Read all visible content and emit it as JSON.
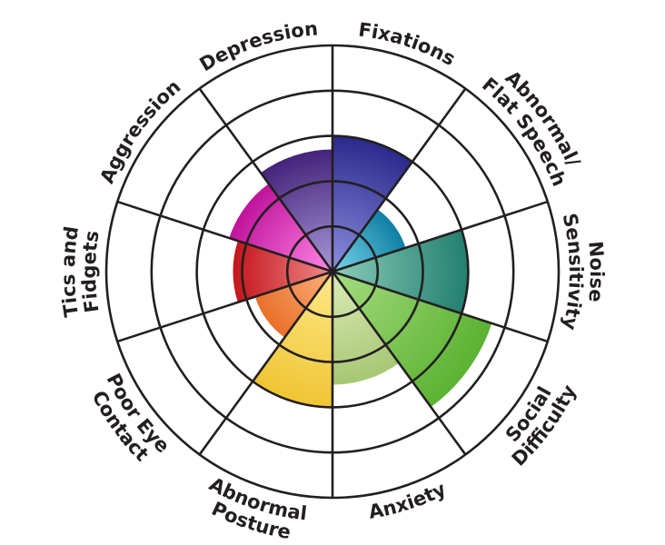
{
  "chart_data": {
    "type": "radial-bar",
    "title": "",
    "scale": {
      "min": 0,
      "max": 5,
      "rings": [
        1,
        2,
        3,
        4,
        5
      ]
    },
    "grid": true,
    "start": "top",
    "direction": "clockwise",
    "categories": [
      {
        "label_lines": [
          "Fixations"
        ],
        "value": 3.0,
        "color_inner": "#8c8fe0",
        "color_outer": "#2b2a8c"
      },
      {
        "label_lines": [
          "Abnormal/",
          "Flat Speech"
        ],
        "value": 1.7,
        "color_inner": "#7ad6ec",
        "color_outer": "#0f7fa3"
      },
      {
        "label_lines": [
          "Noise",
          "Sensitivity"
        ],
        "value": 3.0,
        "color_inner": "#8ccdbb",
        "color_outer": "#23806f"
      },
      {
        "label_lines": [
          "Social",
          "Difficulty"
        ],
        "value": 3.7,
        "color_inner": "#a6dc80",
        "color_outer": "#5bb232"
      },
      {
        "label_lines": [
          "Anxiety"
        ],
        "value": 2.5,
        "color_inner": "#dcecb8",
        "color_outer": "#a7c774"
      },
      {
        "label_lines": [
          "Abnormal",
          "Posture"
        ],
        "value": 3.0,
        "color_inner": "#ffe98a",
        "color_outer": "#efc534"
      },
      {
        "label_lines": [
          "Poor Eye",
          "Contact"
        ],
        "value": 1.8,
        "color_inner": "#fbb07a",
        "color_outer": "#e9702a"
      },
      {
        "label_lines": [
          "Tics and",
          "Fidgets"
        ],
        "value": 2.2,
        "color_inner": "#ee8b8b",
        "color_outer": "#c4161c"
      },
      {
        "label_lines": [
          "Aggression"
        ],
        "value": 2.4,
        "color_inner": "#ff88e6",
        "color_outer": "#c0139b"
      },
      {
        "label_lines": [
          "Depression"
        ],
        "value": 2.7,
        "color_inner": "#a79ad8",
        "color_outer": "#45237a"
      }
    ]
  }
}
